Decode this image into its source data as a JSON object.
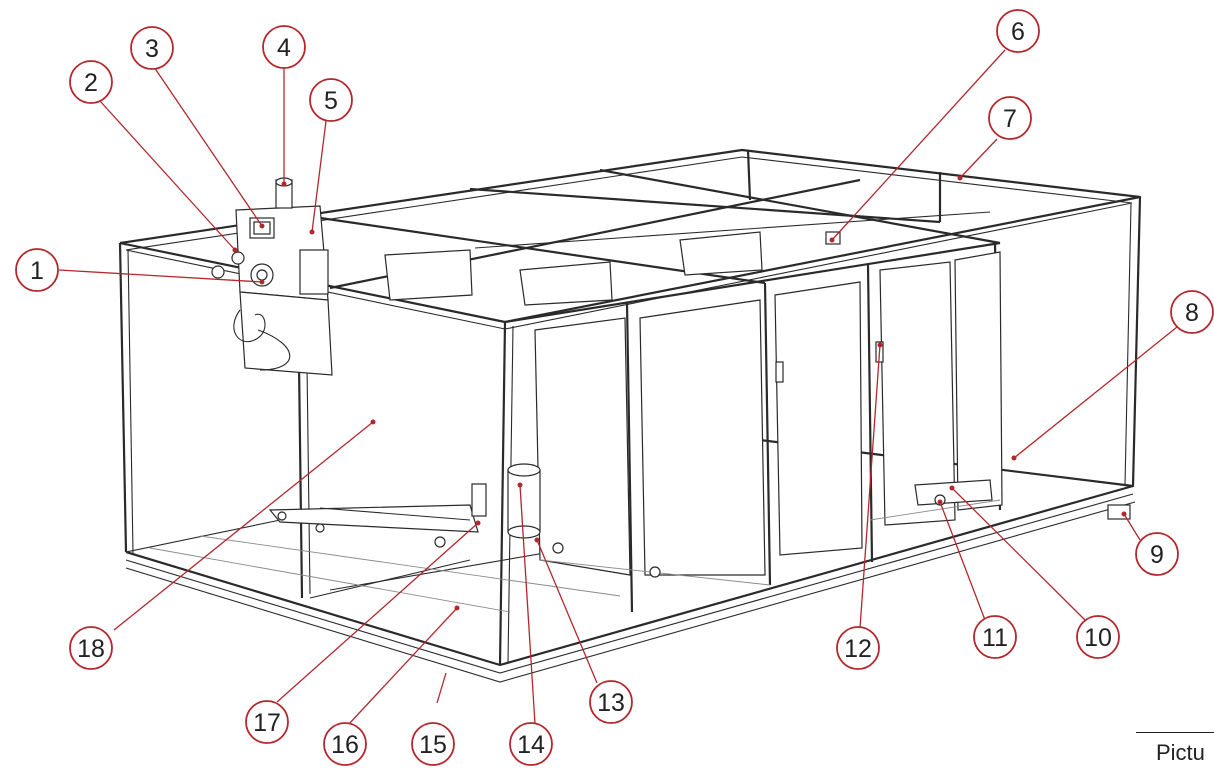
{
  "diagram": {
    "callouts": [
      "1",
      "2",
      "3",
      "4",
      "5",
      "6",
      "7",
      "8",
      "9",
      "10",
      "11",
      "12",
      "13",
      "14",
      "15",
      "16",
      "17",
      "18"
    ],
    "caption": "Pictu",
    "colors": {
      "leader": "#b3282d",
      "line": "#2a2a2a",
      "background": "#ffffff"
    }
  }
}
